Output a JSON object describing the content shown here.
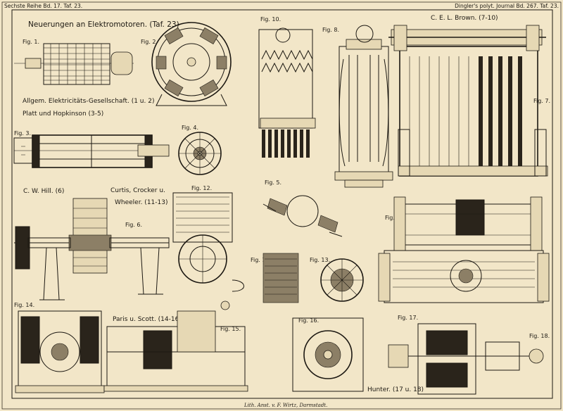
{
  "header": {
    "left": "Sechste Reihe Bd. 17. Taf. 23.",
    "right": "Dingler's polyt. Journal Bd. 267. Taf. 23."
  },
  "title": "Neuerungen an Elektromotoren. (Taf. 23)",
  "attributions": {
    "aeg": "Allgem. Elektricitäts-Gesellschaft. (1 u. 2)",
    "platt": "Platt und Hopkinson (3-5)",
    "hill": "C. W. Hill. (6)",
    "curtis1": "Curtis, Crocker u.",
    "curtis2": "Wheeler. (11-13)",
    "brown": "C. E. L. Brown. (7-10)",
    "paris": "Paris u. Scott. (14-16)",
    "hunter": "Hunter. (17 u. 18)"
  },
  "figures": {
    "f1": "Fig. 1.",
    "f2": "Fig. 2.",
    "f3": "Fig. 3.",
    "f4": "Fig. 4.",
    "f5": "Fig. 5.",
    "f6": "Fig. 6.",
    "f7": "Fig. 7.",
    "f8": "Fig. 8.",
    "f9": "Fig. 9.",
    "f10": "Fig. 10.",
    "f11": "Fig. 11.",
    "f12": "Fig. 12.",
    "f13": "Fig. 13.",
    "f14": "Fig. 14.",
    "f15": "Fig. 15.",
    "f16": "Fig. 16.",
    "f17": "Fig. 17.",
    "f18": "Fig. 18."
  },
  "imprint": "Lith. Anst. v. F. Wirtz, Darmstadt.",
  "colors": {
    "paper": "#f2e6c8",
    "ink": "#1c1812"
  }
}
